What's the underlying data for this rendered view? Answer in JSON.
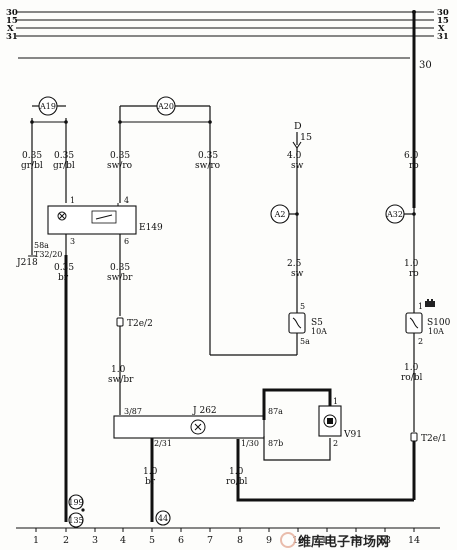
{
  "rails": [
    {
      "id": "30",
      "left": "30",
      "right": "30"
    },
    {
      "id": "15",
      "left": "15",
      "right": "15"
    },
    {
      "id": "X",
      "left": "X",
      "right": "X"
    },
    {
      "id": "31",
      "left": "31",
      "right": "31"
    }
  ],
  "column_numbers": [
    "1",
    "2",
    "3",
    "4",
    "5",
    "6",
    "7",
    "8",
    "9",
    "10",
    "11",
    "12",
    "13",
    "14"
  ],
  "refs": {
    "a19": "A19",
    "a20": "A20",
    "a2": "A2",
    "a32": "A32",
    "n199": "199",
    "n135": "135",
    "n44": "44"
  },
  "labels": {
    "c14_rail": "30",
    "d15": "D",
    "d15_num": "15"
  },
  "wires": {
    "w1_gauge": "0.35",
    "w1_color": "gr/bl",
    "w2_gauge": "0.35",
    "w2_color": "gr/bl",
    "w3_gauge": "0.35",
    "w3_color": "sw/ro",
    "w4_gauge": "0.35",
    "w4_color": "sw/ro",
    "w5_gauge": "4.0",
    "w5_color": "sw",
    "w6_gauge": "6.0",
    "w6_color": "ro",
    "w7_gauge": "0.35",
    "w7_color": "br",
    "w8_gauge": "0.35",
    "w8_color": "sw/br",
    "w9_gauge": "2.5",
    "w9_color": "sw",
    "w10_gauge": "1.0",
    "w10_color": "ro",
    "w11_gauge": "1.0",
    "w11_color": "sw/br",
    "w12_gauge": "1.0",
    "w12_color": "ro/bl",
    "w13_gauge": "1.0",
    "w13_color": "br",
    "w14_gauge": "1.0",
    "w14_color": "ro/bl"
  },
  "components": {
    "e149": "E149",
    "e149_pin1": "1",
    "e149_pin3": "3",
    "e149_pin4": "4",
    "e149_pin6": "6",
    "j218": "J218",
    "j218_pin": "58a",
    "j218_conn": "T32/20",
    "t2e2": "T2e/2",
    "t2e1": "T2e/1",
    "j262": "J 262",
    "j262_pin_387": "3/87",
    "j262_pin_87a": "87a",
    "j262_pin_87b": "87b",
    "j262_pin_231": "2/31",
    "j262_pin_130": "1/30",
    "s5": "S5",
    "s5_rating": "10A",
    "s5_pin5": "5",
    "s5_pin5a": "5a",
    "s100": "S100",
    "s100_rating": "10A",
    "s100_pin1": "1",
    "s100_pin2": "2",
    "v91": "V91",
    "v91_pin1": "1",
    "v91_pin2": "2"
  },
  "watermark": "维库电子市场网"
}
